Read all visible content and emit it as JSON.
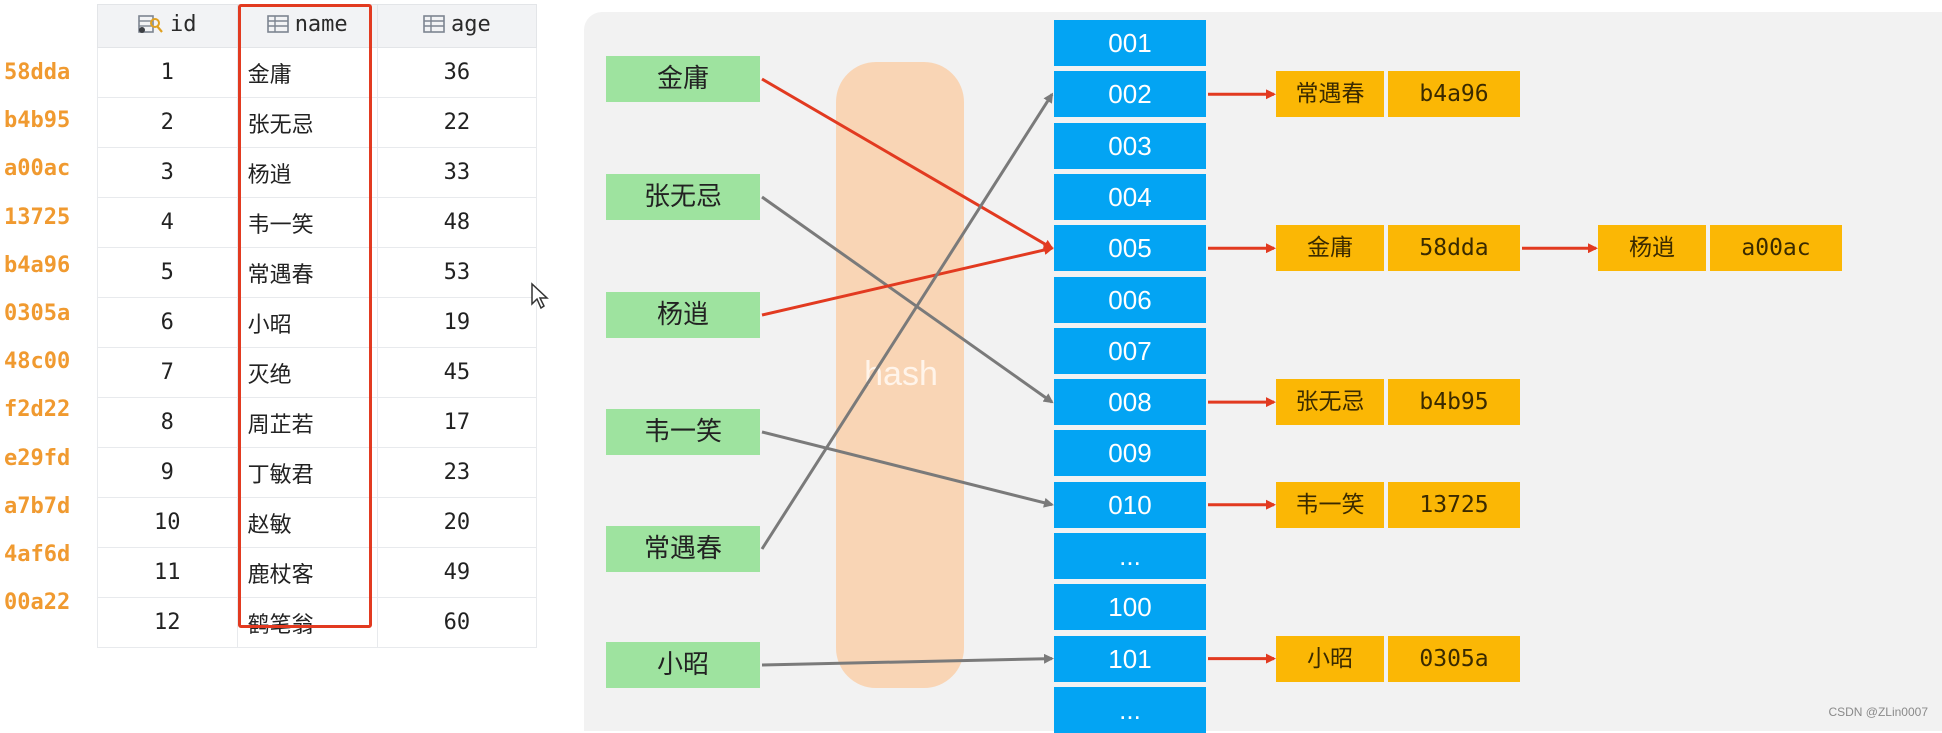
{
  "table": {
    "columns": [
      {
        "label": "id",
        "icon": "key-column-icon"
      },
      {
        "label": "name",
        "icon": "table-column-icon"
      },
      {
        "label": "age",
        "icon": "table-column-icon"
      }
    ],
    "rows": [
      {
        "rowid": "58dda",
        "id": "1",
        "name": "金庸",
        "age": "36"
      },
      {
        "rowid": "b4b95",
        "id": "2",
        "name": "张无忌",
        "age": "22"
      },
      {
        "rowid": "a00ac",
        "id": "3",
        "name": "杨逍",
        "age": "33"
      },
      {
        "rowid": "13725",
        "id": "4",
        "name": "韦一笑",
        "age": "48"
      },
      {
        "rowid": "b4a96",
        "id": "5",
        "name": "常遇春",
        "age": "53"
      },
      {
        "rowid": "0305a",
        "id": "6",
        "name": "小昭",
        "age": "19"
      },
      {
        "rowid": "48c00",
        "id": "7",
        "name": "灭绝",
        "age": "45"
      },
      {
        "rowid": "f2d22",
        "id": "8",
        "name": "周芷若",
        "age": "17"
      },
      {
        "rowid": "e29fd",
        "id": "9",
        "name": "丁敏君",
        "age": "23"
      },
      {
        "rowid": "a7b7d",
        "id": "10",
        "name": "赵敏",
        "age": "20"
      },
      {
        "rowid": "4af6d",
        "id": "11",
        "name": "鹿杖客",
        "age": "49"
      },
      {
        "rowid": "00a22",
        "id": "12",
        "name": "鹤笔翁",
        "age": "60"
      }
    ]
  },
  "diagram": {
    "hash_label": "hash",
    "keys": [
      "金庸",
      "张无忌",
      "杨逍",
      "韦一笑",
      "常遇春",
      "小昭"
    ],
    "buckets": [
      "001",
      "002",
      "003",
      "004",
      "005",
      "006",
      "007",
      "008",
      "009",
      "010",
      "...",
      "100",
      "101",
      "..."
    ],
    "chains": [
      {
        "bucket": "002",
        "entries": [
          {
            "name": "常遇春",
            "hash": "b4a96"
          }
        ]
      },
      {
        "bucket": "005",
        "entries": [
          {
            "name": "金庸",
            "hash": "58dda"
          },
          {
            "name": "杨逍",
            "hash": "a00ac"
          }
        ]
      },
      {
        "bucket": "008",
        "entries": [
          {
            "name": "张无忌",
            "hash": "b4b95"
          }
        ]
      },
      {
        "bucket": "010",
        "entries": [
          {
            "name": "韦一笑",
            "hash": "13725"
          }
        ]
      },
      {
        "bucket": "101",
        "entries": [
          {
            "name": "小昭",
            "hash": "0305a"
          }
        ]
      }
    ],
    "mappings": [
      {
        "key": "金庸",
        "bucket": "005",
        "highlight": true
      },
      {
        "key": "张无忌",
        "bucket": "008",
        "highlight": false
      },
      {
        "key": "杨逍",
        "bucket": "005",
        "highlight": true
      },
      {
        "key": "韦一笑",
        "bucket": "010",
        "highlight": false
      },
      {
        "key": "常遇春",
        "bucket": "002",
        "highlight": false
      },
      {
        "key": "小昭",
        "bucket": "101",
        "highlight": false
      }
    ]
  },
  "colors": {
    "rowid_text": "#f09a30",
    "highlight_border": "#e23a20",
    "key_box": "#9ee39f",
    "bucket_box": "#03a4f3",
    "entry_box": "#fbb705",
    "hash_band": "#f9d2ae",
    "arrow_red": "#e23a20",
    "arrow_gray": "#7a7a7a"
  },
  "watermark": "CSDN @ZLin0007"
}
